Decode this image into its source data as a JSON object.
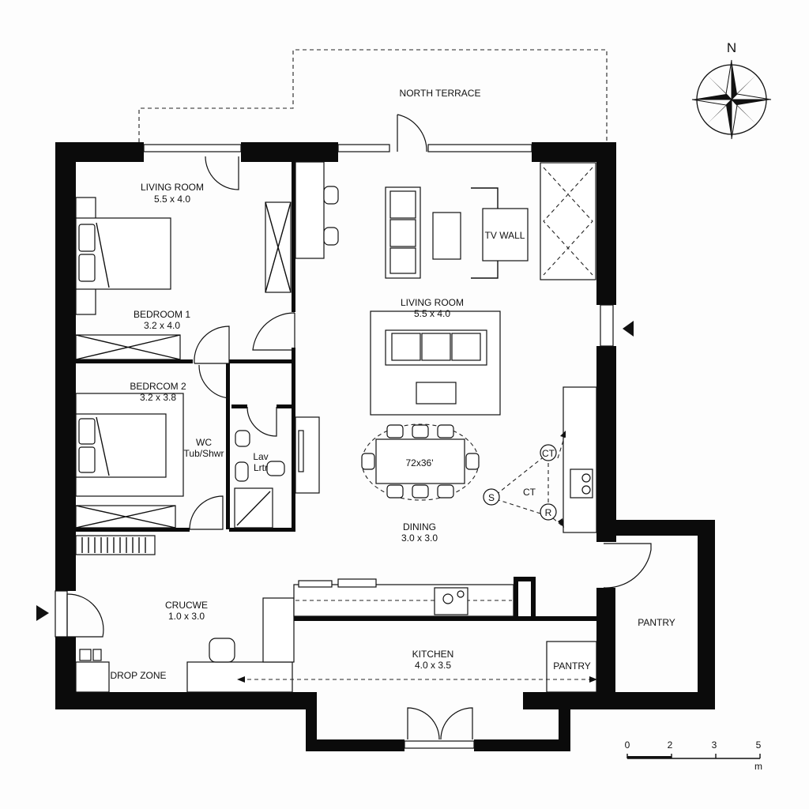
{
  "compass": {
    "north_label": "N"
  },
  "rooms": {
    "north_terrace": "NORTH TERRACE",
    "living_room_nw_name": "LIVING ROOM",
    "living_room_nw_dims": "5.5 x 4.0",
    "bedroom1_name": "BEDROOM 1",
    "bedroom1_dims": "3.2 x 4.0",
    "bedroom2_name": "BEDRCOM 2",
    "bedroom2_dims": "3.2 x 3.8",
    "wc_name": "WC",
    "wc_sub": "Tub/Shwr",
    "lav_name": "Lav",
    "lav_sub": "Lrtr",
    "tv_wall": "TV WALL",
    "living_room_name": "LIVING ROOM",
    "living_room_dims": "5.5 x 4.0",
    "table_size": "72x36'",
    "dining_name": "DINING",
    "dining_dims": "3.0 x 3.0",
    "mudroom_name": "CRUCWE",
    "mudroom_dims": "1.0 x 3.0",
    "drop_zone": "DROP ZONE",
    "kitchen_name": "KITCHEN",
    "kitchen_dims": "4.0 x 3.5",
    "pantry_inner": "PANTRY",
    "pantry_outer": "PANTRY"
  },
  "work_triangle": {
    "node_ct": "CT",
    "node_s": "S",
    "node_r": "R",
    "center_label": "CT"
  },
  "scale_bar": {
    "ticks": [
      "0",
      "2",
      "3",
      "5"
    ],
    "unit": "m"
  }
}
